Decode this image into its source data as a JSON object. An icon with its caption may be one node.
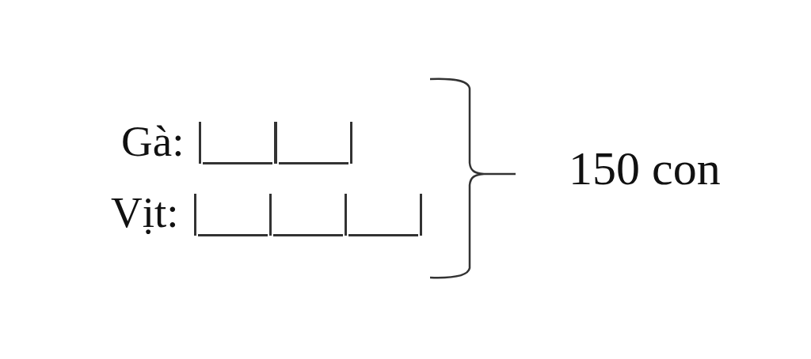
{
  "diagram": {
    "nodes": [
      {
        "text": [],
        "shape": "bar"
      },
      {
        "text": [],
        "shape": "bar"
      },
      {
        "text": [],
        "shape": "bar"
      },
      {
        "text": [],
        "shape": "bar"
      },
      {
        "text": [],
        "shape": "bar"
      }
    ],
    "labels": [
      "Gà:",
      "Vịt:",
      "150 con"
    ]
  }
}
